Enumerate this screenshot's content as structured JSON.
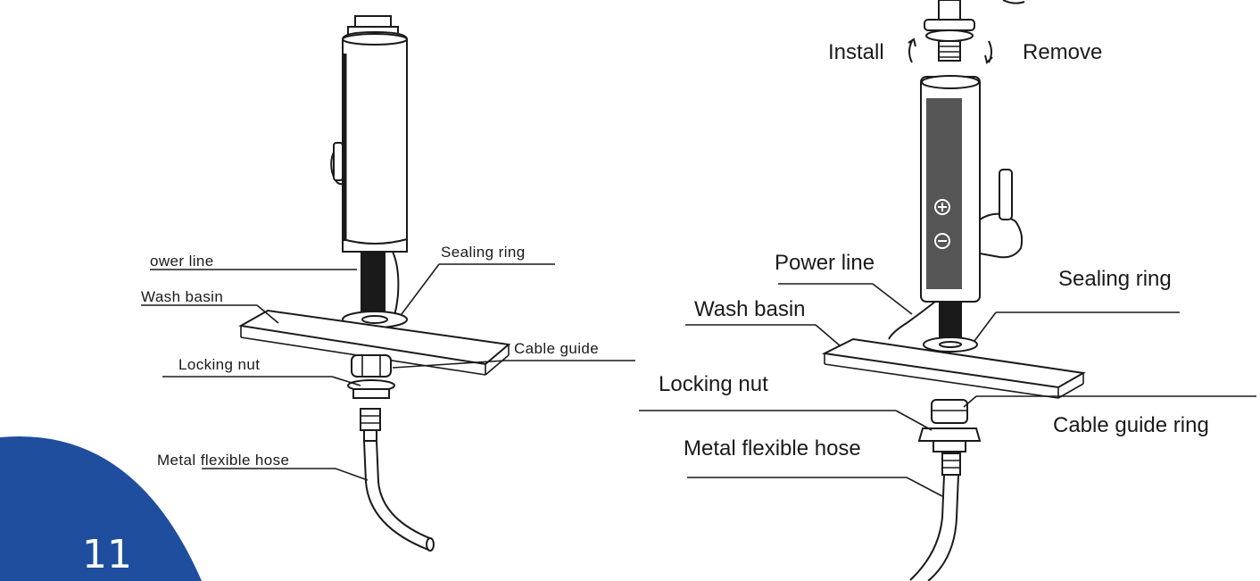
{
  "page_number": "11",
  "colors": {
    "badge": "#1f4e9e",
    "line": "#1a1a1a",
    "panel": "#555555"
  },
  "left_diagram": {
    "power_line": "ower line",
    "sealing_ring": "Sealing ring",
    "wash_basin": "Wash basin",
    "cable_guide": "Cable guide",
    "locking_nut": "Locking nut",
    "metal_hose": "Metal flexible hose"
  },
  "right_diagram": {
    "install": "Install",
    "remove": "Remove",
    "power_line": "Power line",
    "sealing_ring": "Sealing ring",
    "wash_basin": "Wash basin",
    "locking_nut": "Locking nut",
    "cable_guide_ring": "Cable guide ring",
    "metal_hose": "Metal flexible hose"
  },
  "icons": [
    "plus-icon",
    "minus-icon",
    "rotate-arrow-icon"
  ]
}
